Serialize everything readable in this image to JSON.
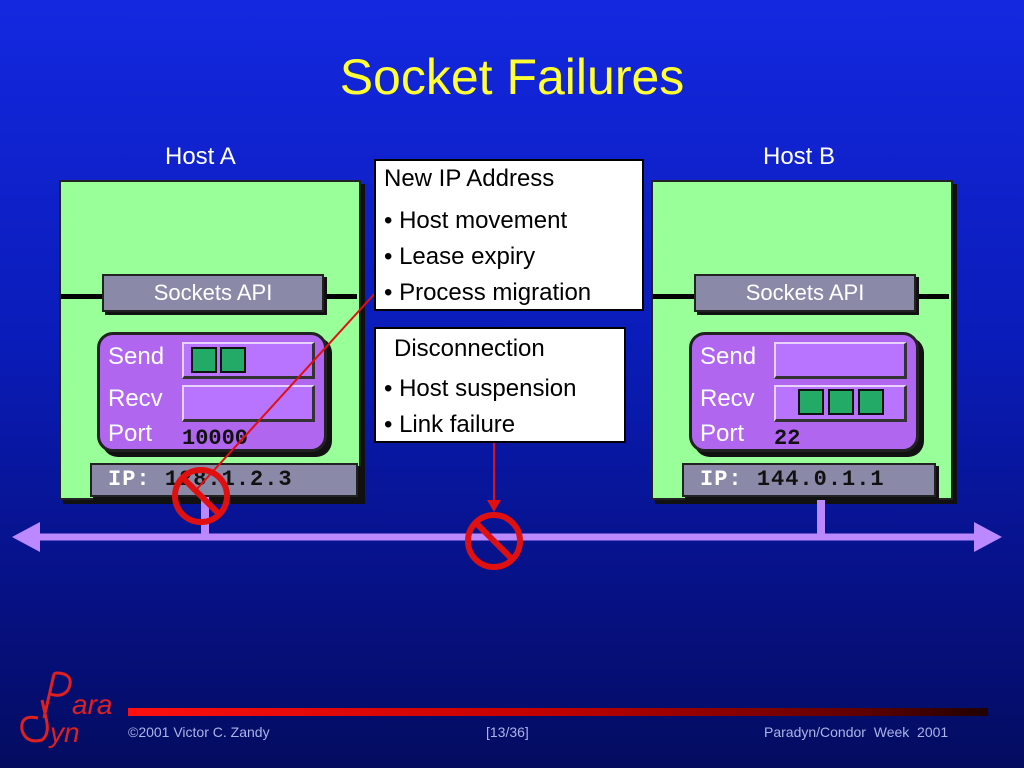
{
  "title": "Socket Failures",
  "hostA": {
    "label": "Host A",
    "api": "Sockets API",
    "send": "Send",
    "recv": "Recv",
    "port_label": "Port",
    "port": "10000",
    "ip_key": "IP:",
    "ip": "128.1.2.3"
  },
  "hostB": {
    "label": "Host B",
    "api": "Sockets API",
    "send": "Send",
    "recv": "Recv",
    "port_label": "Port",
    "port": "22",
    "ip_key": "IP:",
    "ip": "144.0.1.1"
  },
  "note_ip": {
    "title": "New IP Address",
    "items": [
      "• Host movement",
      "• Lease expiry",
      "• Process migration"
    ]
  },
  "note_disc": {
    "title": "Disconnection",
    "items": [
      "• Host suspension",
      "• Link failure"
    ]
  },
  "footer": {
    "copyright": "©2001 Victor C. Zandy",
    "page": "[13/36]",
    "event": "Paradyn/Condor  Week  2001"
  },
  "logo": {
    "top": "ara",
    "bottom": "yn"
  },
  "colors": {
    "title": "#ffff33",
    "host_box": "#99ff99",
    "socket": "#b166f0",
    "network_line": "#bb88ff",
    "forbidden": "#e01010",
    "packet": "#22aa66"
  }
}
